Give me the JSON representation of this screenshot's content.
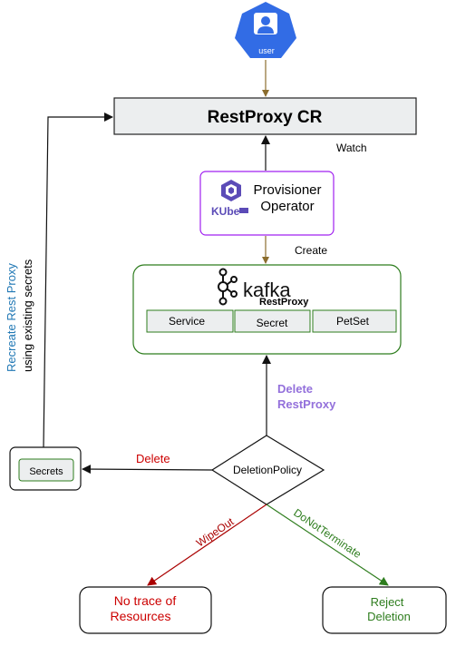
{
  "user": {
    "label": "user",
    "color": "#326ce5"
  },
  "cr": {
    "title": "RestProxy CR",
    "fill": "#eceeef"
  },
  "edges": {
    "watch": "Watch",
    "create": "Create",
    "delete_restproxy": [
      "Delete",
      "RestProxy"
    ],
    "delete_secrets": "Delete",
    "wipeout": "WipeOut",
    "donotterminate": "DoNotTerminate"
  },
  "operator": {
    "lines": [
      "Provisioner",
      "Operator"
    ],
    "logo_text": "KUbe",
    "border_color": "#a020f0",
    "logo_color": "#5b4bb7"
  },
  "kafka": {
    "logo_text": "kafka",
    "subtitle": "RestProxy",
    "border_color": "#2e7d1e",
    "resources": [
      "Service",
      "Secret",
      "PetSet"
    ]
  },
  "secrets_box": {
    "label": "Secrets"
  },
  "policy": {
    "label": "DeletionPolicy"
  },
  "side_text": {
    "line1": "Recreate Rest Proxy",
    "line2": "using existing secrets"
  },
  "outcomes": {
    "wipeout": [
      "No trace of",
      "Resources"
    ],
    "donotterminate": [
      "Reject",
      "Deletion"
    ]
  },
  "colors": {
    "arrow_main": "#8b6d2e",
    "delete_purple": "#9370db",
    "red": "#cc0000",
    "green": "#2e7d1e",
    "blue": "#1f77b4",
    "dark_red": "#aa0000"
  }
}
